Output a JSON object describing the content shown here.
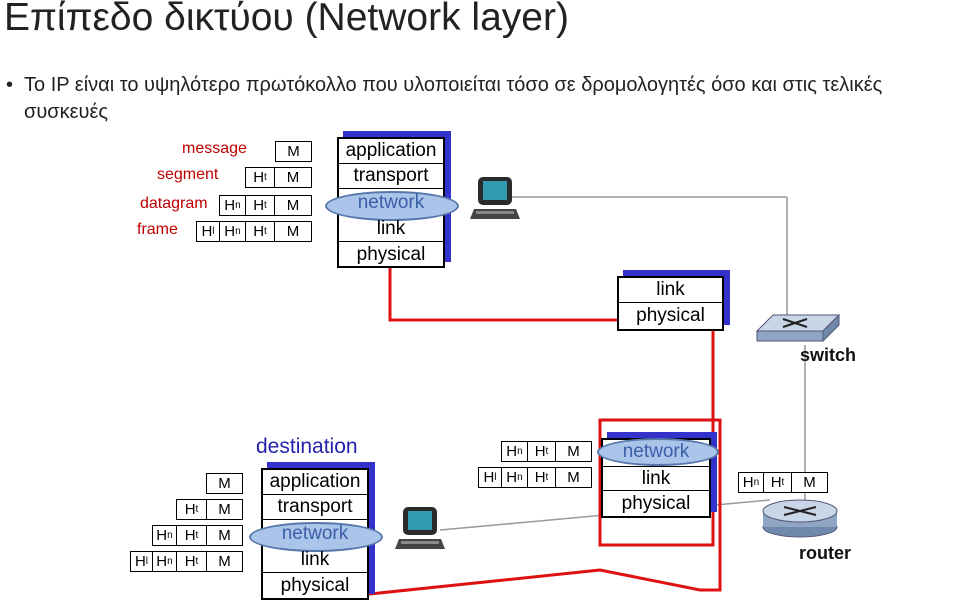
{
  "title": "Επίπεδο δικτύου (Network layer)",
  "bullet": "Το IP είναι το υψηλότερο πρωτόκολλο που υλοποιείται τόσο σε δρομολογητές όσο και στις τελικές συσκευές",
  "pdu_labels": {
    "message": "message",
    "segment": "segment",
    "datagram": "datagram",
    "frame": "frame"
  },
  "headers": {
    "M": "M",
    "H": "H",
    "t": "t",
    "n": "n",
    "l": "l"
  },
  "source_stack": [
    "application",
    "transport",
    "network",
    "link",
    "physical"
  ],
  "switch_stack": [
    "link",
    "physical"
  ],
  "switch_label": "switch",
  "destination_label": "destination",
  "dest_stack": [
    "application",
    "transport",
    "network",
    "link",
    "physical"
  ],
  "router_stack": [
    "network",
    "link",
    "physical"
  ],
  "router_label": "router",
  "colors": {
    "path": "#dd1111",
    "shadow": "#3333cc",
    "network_oval": "#aac4ea",
    "pdu_label": "#c00000"
  },
  "icons": [
    "computer-icon",
    "switch-icon",
    "router-icon"
  ]
}
